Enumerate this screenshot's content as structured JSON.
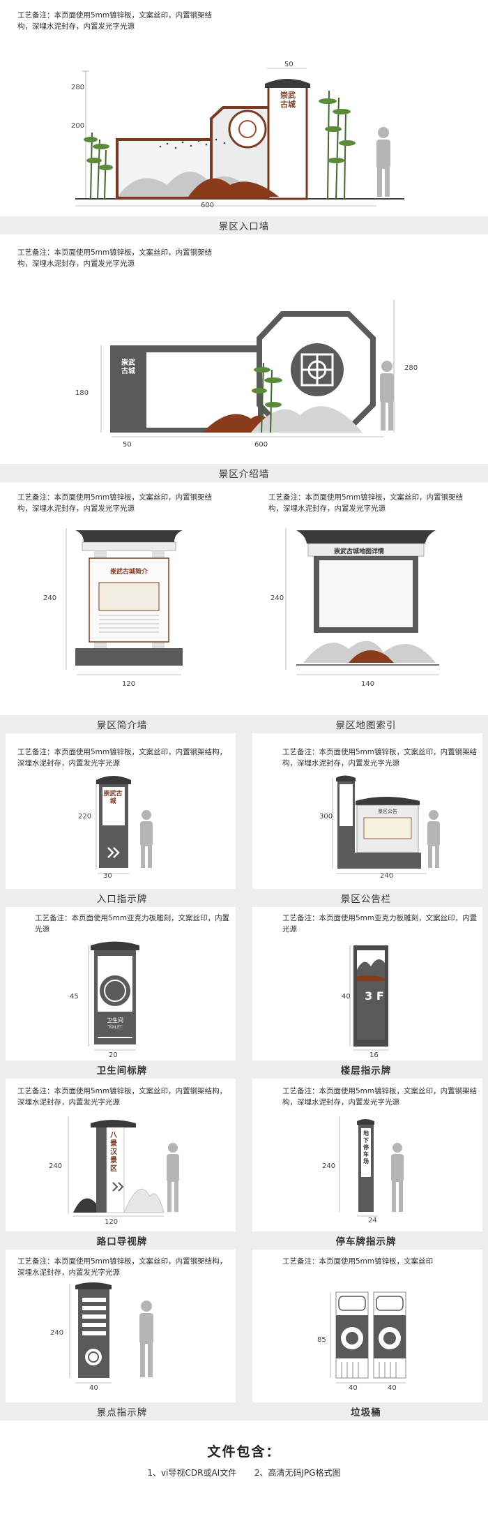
{
  "notes": {
    "entrance_wall": "工艺备注：本页面使用5mm镀锌板，文案丝印，内置钢架结构，深埋水泥封存，内置发光字光源",
    "intro_wall": "工艺备注：本页面使用5mm镀锌板，文案丝印，内置钢架结构，深埋水泥封存，内置发光字光源",
    "brief_wall": "工艺备注：本页面使用5mm镀锌板，文案丝印，内置钢架结构，深埋水泥封存，内置发光字光源",
    "map_index": "工艺备注：本页面使用5mm镀锌板，文案丝印，内置钢架结构，深埋水泥封存，内置发光字光源",
    "entry_sign": "工艺备注：本页面使用5mm镀锌板，文案丝印，内置钢架结构，深埋水泥封存，内置发光字光源",
    "bulletin": "工艺备注：本页面使用5mm镀锌板，文案丝印，内置钢架结构，深埋水泥封存，内置发光字光源",
    "toilet": "工艺备注：本页面使用5mm亚克力板雕刻，文案丝印，内置光源",
    "floor": "工艺备注：本页面使用5mm亚克力板雕刻，文案丝印，内置光源",
    "road": "工艺备注：本页面使用5mm镀锌板，文案丝印，内置钢架结构，深埋水泥封存，内置发光字光源",
    "parking": "工艺备注：本页面使用5mm镀锌板，文案丝印，内置钢架结构，深埋水泥封存，内置发光字光源",
    "spot": "工艺备注：本页面使用5mm镀锌板，文案丝印，内置钢架结构，深埋水泥封存，内置发光字光源",
    "bin": "工艺备注：本页面使用5mm镀锌板，文案丝印"
  },
  "captions": {
    "entrance_wall": "景区入口墙",
    "intro_wall": "景区介绍墙",
    "brief_wall": "景区简介墙",
    "map_index": "景区地图索引",
    "entry_sign": "入口指示牌",
    "bulletin": "景区公告栏",
    "toilet": "卫生间标牌",
    "floor": "楼层指示牌",
    "road": "路口导视牌",
    "parking": "停车牌指示牌",
    "spot": "景点指示牌",
    "bin": "垃圾桶"
  },
  "dims": {
    "entrance_h1": "280",
    "entrance_h2": "200",
    "entrance_top": "50",
    "entrance_w": "600",
    "intro_h1": "180",
    "intro_h2": "280",
    "intro_w1": "50",
    "intro_w2": "600",
    "brief_h": "240",
    "brief_w": "120",
    "map_h": "240",
    "map_w": "140",
    "entry_h": "220",
    "entry_w": "30",
    "bulletin_h": "300",
    "bulletin_w": "240",
    "toilet_h": "45",
    "toilet_w": "20",
    "floor_h": "40",
    "floor_w": "16",
    "road_h": "240",
    "road_w": "120",
    "parking_h": "240",
    "parking_w": "24",
    "spot_h": "240",
    "spot_w": "40",
    "bin_h": "85",
    "bin_w1": "40",
    "bin_w2": "40"
  },
  "sign_text": {
    "entrance_brand": "崇武古城",
    "intro_brand": "崇武古城",
    "brief_title": "崇武古城简介",
    "map_title": "崇武古城地图详情",
    "entry_brand": "崇武古城",
    "bulletin_title": "景区公告",
    "toilet_cn": "卫生间",
    "toilet_en": "TOILET",
    "floor_label": "3 F",
    "road_label": "八景汉景区",
    "parking_label": "地下停车场"
  },
  "footer": {
    "title": "文件包含：",
    "item1": "1、vi导视CDR或AI文件",
    "item2": "2、高清无码JPG格式图"
  },
  "colors": {
    "accent_brown": "#8a3b1c",
    "dark_gray": "#5a5a5a",
    "band_gray": "#eeeeee",
    "frame_dark": "#3d3d3d"
  }
}
